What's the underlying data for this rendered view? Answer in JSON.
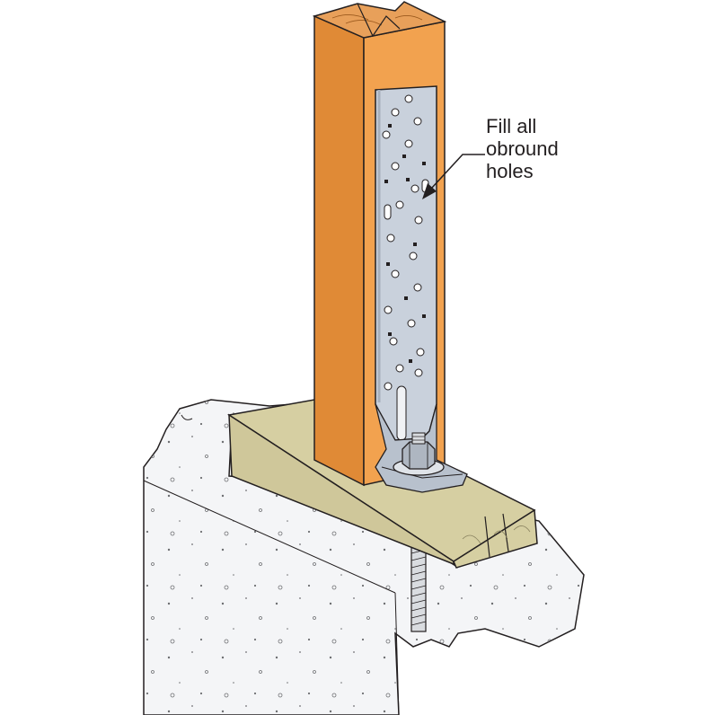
{
  "callout": {
    "lines": [
      "Fill all",
      "obround",
      "holes"
    ]
  },
  "colors": {
    "post": "#f2a24f",
    "post_side": "#e08a36",
    "sill_plate": "#d6cfa2",
    "strap": "#c9d1dc",
    "concrete": "#f4f5f7",
    "outline": "#231f20"
  },
  "icons": [
    "wood-post",
    "sill-plate",
    "holdown-strap",
    "anchor-bolt",
    "hex-nut",
    "washer",
    "concrete-foundation",
    "callout-leader-arrow"
  ]
}
